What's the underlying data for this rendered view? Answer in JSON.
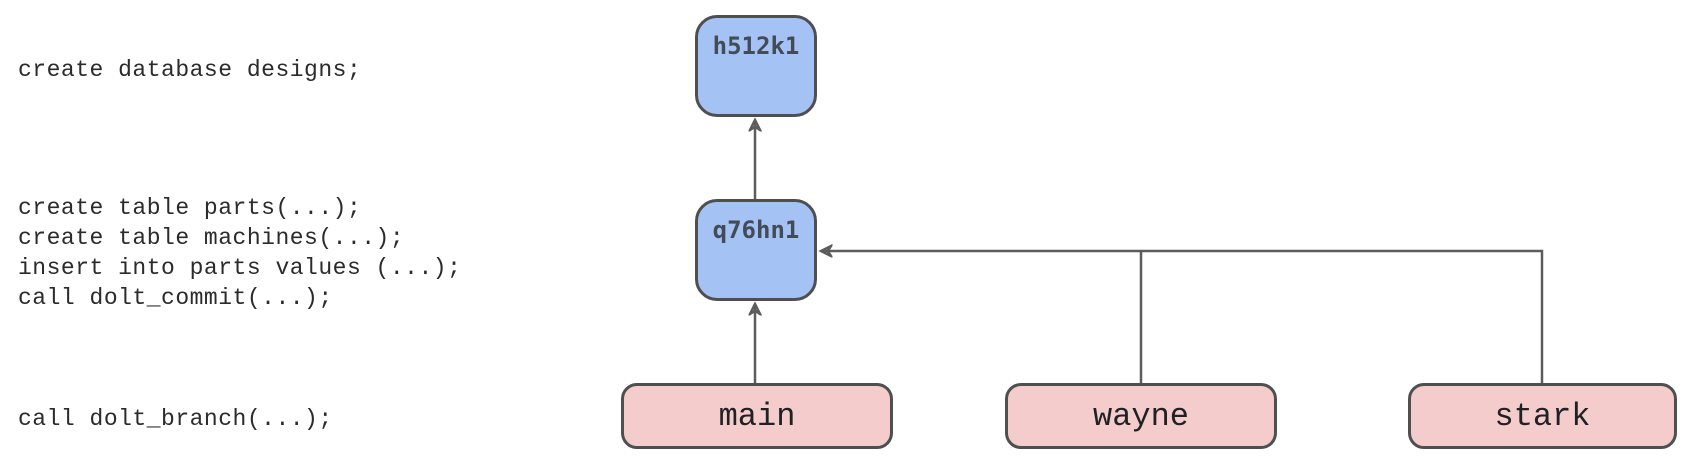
{
  "sql_annotations": {
    "create_database": "create database designs;",
    "commit_block": [
      "create table parts(...);",
      "create table machines(...);",
      "insert into parts values (...);",
      "call dolt_commit(...);"
    ],
    "branch_call": "call dolt_branch(...);"
  },
  "diagram": {
    "commits": [
      {
        "id": "h512k1"
      },
      {
        "id": "q76hn1"
      }
    ],
    "branches": [
      {
        "name": "main"
      },
      {
        "name": "wayne"
      },
      {
        "name": "stark"
      }
    ],
    "edges": [
      {
        "from": "q76hn1",
        "to": "h512k1",
        "arrow": true
      },
      {
        "from": "main",
        "to": "q76hn1",
        "arrow": true
      },
      {
        "from": "wayne",
        "to": "q76hn1",
        "arrow": true
      },
      {
        "from": "stark",
        "to": "q76hn1",
        "arrow": true
      }
    ],
    "colors": {
      "commit_fill": "#a4c2f4",
      "branch_fill": "#f4cccc",
      "box_border": "#4f4f4f",
      "connector": "#5c5c5c",
      "hash_text": "#434b57",
      "annotation_text": "#2b2b2b",
      "background": "#ffffff"
    }
  }
}
